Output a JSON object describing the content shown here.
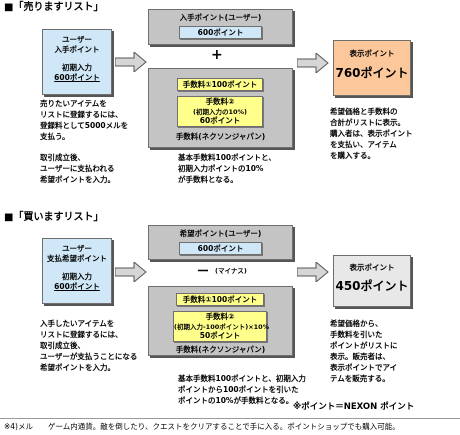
{
  "sell": {
    "title": "■「売りますリスト」",
    "user_box": {
      "label1": "ユーザー",
      "label2": "入手ポイント",
      "input_label": "初期入力",
      "input_value": "600ポイント"
    },
    "user_points_box": {
      "title": "入手ポイント(ユーザー)",
      "value": "600ポイント"
    },
    "operator": "+",
    "fee_box": {
      "fee1": "手数料①100ポイント",
      "fee2_title": "手数料②",
      "fee2_formula": "(初期入力の10%)",
      "fee2_value": "60ポイント",
      "caption": "手数料(ネクソンジャパン)"
    },
    "display_box": {
      "label": "表示ポイント",
      "value": "760ポイント"
    },
    "note_left_1": [
      "売りたいアイテムを",
      "リストに登録するには、",
      "登録料として5000メルを",
      "支払う。"
    ],
    "note_left_2": [
      "取引成立後、",
      "ユーザーに支払われる",
      "希望ポイントを入力。"
    ],
    "note_middle": [
      "基本手数料100ポイントと、",
      "初期入力ポイントの10%",
      "が手数料となる。"
    ],
    "note_right": [
      "希望価格と手数料の",
      "合計がリストに表示。",
      "購入者は、表示ポイント",
      "を支払い、アイテム",
      "を購入する。"
    ]
  },
  "buy": {
    "title": "■「買いますリスト」",
    "user_box": {
      "label1": "ユーザー",
      "label2": "支払希望ポイント",
      "input_label": "初期入力",
      "input_value": "600ポイント"
    },
    "user_points_box": {
      "title": "希望ポイント(ユーザー)",
      "value": "600ポイント"
    },
    "operator": "ー",
    "operator_label": "(マイナス)",
    "fee_box": {
      "fee1": "手数料①100ポイント",
      "fee2_title": "手数料②",
      "fee2_formula": "(初期入力-100ポイント)×10%",
      "fee2_value": "50ポイント",
      "caption": "手数料(ネクソンジャパン)"
    },
    "display_box": {
      "label": "表示ポイント",
      "value": "450ポイント"
    },
    "note_left": [
      "入手したいアイテムを",
      "リストに登録するには、",
      "取引成立後、",
      "ユーザーが支払うことになる",
      "希望ポイントを入力。"
    ],
    "note_middle": [
      "基本手数料100ポイントと、初期入力",
      "ポイントから100ポイントを引いた",
      "ポイントの10%が手数料となる。"
    ],
    "note_right": [
      "希望価格から、",
      "手数料を引いた",
      "ポイントがリストに",
      "表示。販売者は、",
      "表示ポイントでアイ",
      "テムを販売する。"
    ]
  },
  "point_note": "※ポイント＝NEXON ポイント",
  "footer": {
    "term": "※4)メル",
    "definition": "ゲーム内通貨。敵を倒したり、クエストをクリアすることで手に入る。ポイントショップでも購入可能。"
  },
  "colors": {
    "user_box": "#cfe7f6",
    "fee_container": "#c4c4c4",
    "fee_item": "#ffff8c",
    "sell_display": "#fbc79b",
    "buy_display": "#e8e8e8"
  },
  "icons": [
    "arrow-right-icon"
  ]
}
